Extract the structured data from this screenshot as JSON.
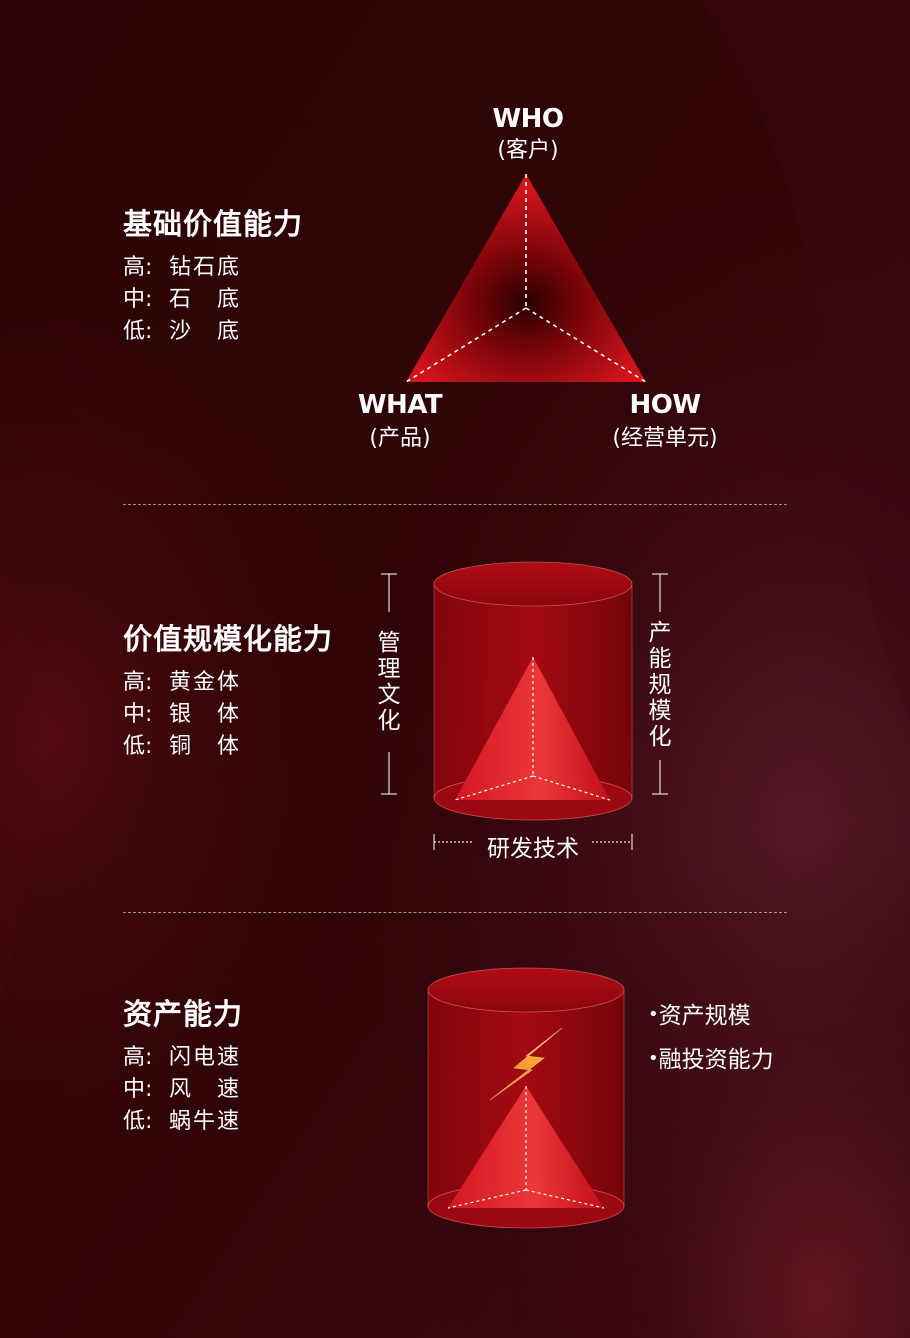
{
  "sections": [
    {
      "title": "基础价值能力",
      "levels": [
        {
          "key": "高:",
          "value": "钻石底"
        },
        {
          "key": "中:",
          "value": "石　底"
        },
        {
          "key": "低:",
          "value": "沙　底"
        }
      ],
      "diagram": {
        "top": {
          "en": "WHO",
          "cn": "(客户)"
        },
        "left": {
          "en": "WHAT",
          "cn": "(产品)"
        },
        "right": {
          "en": "HOW",
          "cn": "(经营单元)"
        }
      }
    },
    {
      "title": "价值规模化能力",
      "levels": [
        {
          "key": "高:",
          "value": "黄金体"
        },
        {
          "key": "中:",
          "value": "银　体"
        },
        {
          "key": "低:",
          "value": "铜　体"
        }
      ],
      "diagram": {
        "left_axis": "管理文化",
        "right_axis": "产能规模化",
        "bottom_axis": "研发技术"
      }
    },
    {
      "title": "资产能力",
      "levels": [
        {
          "key": "高:",
          "value": "闪电速"
        },
        {
          "key": "中:",
          "value": "风　速"
        },
        {
          "key": "低:",
          "value": "蜗牛速"
        }
      ],
      "diagram": {
        "icon": "lightning-bolt-icon",
        "bullets": [
          "资产规模",
          "融投资能力"
        ]
      }
    }
  ],
  "colors": {
    "background": "#2a0205",
    "accent": "#c8101c",
    "bolt": "#f59a1a"
  }
}
